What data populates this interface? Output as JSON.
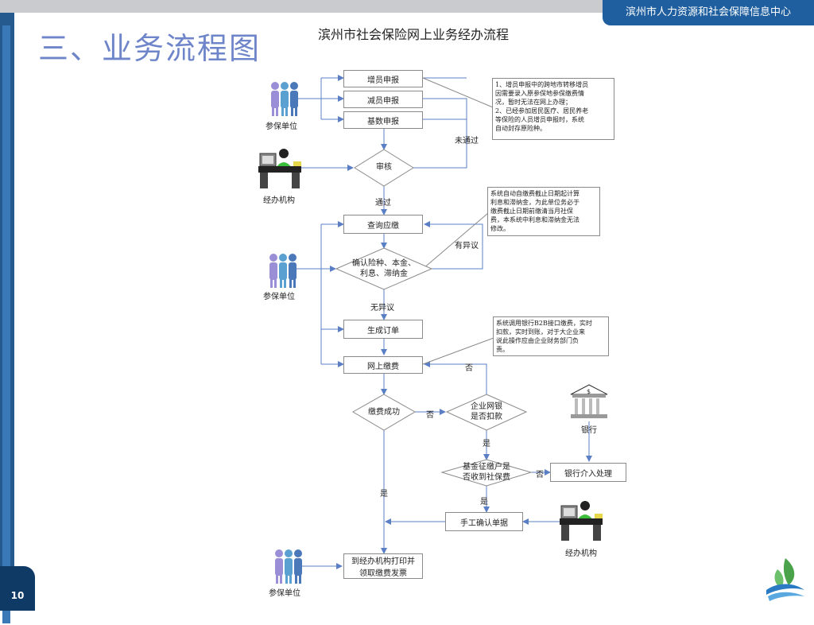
{
  "header": {
    "org_banner": "滨州市人力资源和社会保障信息中心",
    "slide_title": "三、业务流程图",
    "page_number": "10"
  },
  "diagram": {
    "title": "滨州市社会保险网上业务经办流程",
    "actors": {
      "insured_unit_1": "参保单位",
      "agency_1": "经办机构",
      "insured_unit_2": "参保单位",
      "bank": "银行",
      "agency_2": "经办机构",
      "insured_unit_3": "参保单位"
    },
    "nodes": {
      "add_staff": "增员申报",
      "reduce_staff": "减员申报",
      "base_report": "基数申报",
      "review": "审核",
      "query_due": "查询应缴",
      "confirm_line1": "确认险种、本金、",
      "confirm_line2": "利息、滞纳金",
      "gen_order": "生成订单",
      "online_pay": "网上缴费",
      "pay_success": "缴费成功",
      "bank_deduct_line1": "企业网银",
      "bank_deduct_line2": "是否扣款",
      "fund_received_line1": "基金征缴户是",
      "fund_received_line2": "否收到社保费",
      "bank_handle": "银行介入处理",
      "manual_confirm": "手工确认单据",
      "print_line1": "到经办机构打印并",
      "print_line2": "领取缴费发票"
    },
    "edge_labels": {
      "not_passed": "未通过",
      "passed": "通过",
      "objection": "有异议",
      "no_objection": "无异议",
      "no_1": "否",
      "no_2": "否",
      "yes_1": "是",
      "no_3": "否",
      "yes_2": "是",
      "yes_3": "是"
    },
    "notes": {
      "note1": [
        "1、增员申报中的跨地市转移增员",
        "因需要录入原参保地参保缴费情",
        "况，暂时无法在网上办理；",
        "2、已经参加居民医疗、居民养老",
        "等保险的人员增员申报时，系统",
        "自动封存原险种。"
      ],
      "note2": [
        "系统自动自缴费截止日期起计算",
        "利息和滞纳金，为此单位务必于",
        "缴费截止日期前缴清当月社保",
        "费，本系统中利息和滞纳金无法",
        "修改。"
      ],
      "note3": [
        "系统调用银行B2B接口缴费，实时",
        "扣款，实时到账，对于大企业来",
        "说此操作应由企业财务部门负",
        "责。"
      ]
    },
    "colors": {
      "line": "#5b7fc4",
      "accent": "#1f5f9f",
      "person_a": "#9a8fd6",
      "person_b": "#5aa0d0"
    }
  }
}
